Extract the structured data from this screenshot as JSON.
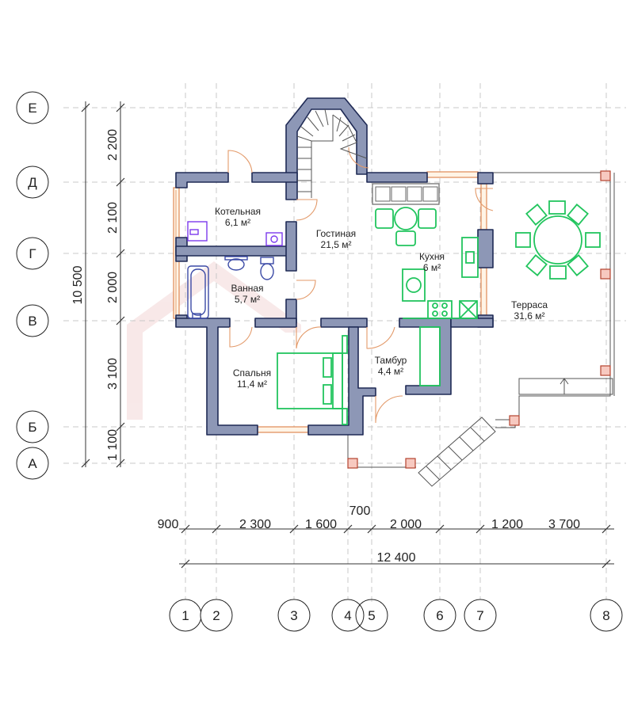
{
  "row_axes": [
    {
      "label": "Е"
    },
    {
      "label": "Д"
    },
    {
      "label": "Г"
    },
    {
      "label": "В"
    },
    {
      "label": "Б"
    },
    {
      "label": "А"
    }
  ],
  "column_axes": [
    {
      "label": "1"
    },
    {
      "label": "2"
    },
    {
      "label": "3"
    },
    {
      "label": "4"
    },
    {
      "label": "5"
    },
    {
      "label": "6"
    },
    {
      "label": "7"
    },
    {
      "label": "8"
    }
  ],
  "vertical_dims": {
    "total": "10 500",
    "segments": [
      "2 200",
      "2 100",
      "2 000",
      "3 100",
      "1 100"
    ]
  },
  "horizontal_dims": {
    "segments": [
      "900",
      "2 300",
      "1 600",
      "700",
      "2 000",
      "1 200",
      "3 700"
    ],
    "total": "12 400"
  },
  "rooms": [
    {
      "name": "Котельная",
      "area": "6,1 м²"
    },
    {
      "name": "Гостиная",
      "area": "21,5 м²"
    },
    {
      "name": "Кухня",
      "area": "6 м²"
    },
    {
      "name": "Ванная",
      "area": "5,7 м²"
    },
    {
      "name": "Терраса",
      "area": "31,6 м²"
    },
    {
      "name": "Спальня",
      "area": "11,4 м²"
    },
    {
      "name": "Тамбур",
      "area": "4,4 м²"
    }
  ],
  "colors": {
    "wall": "#8d97b6",
    "wall_outline": "#1f2a55",
    "furniture": "#22c55e",
    "window": "#e08a55",
    "grid": "#c8c8c8"
  }
}
